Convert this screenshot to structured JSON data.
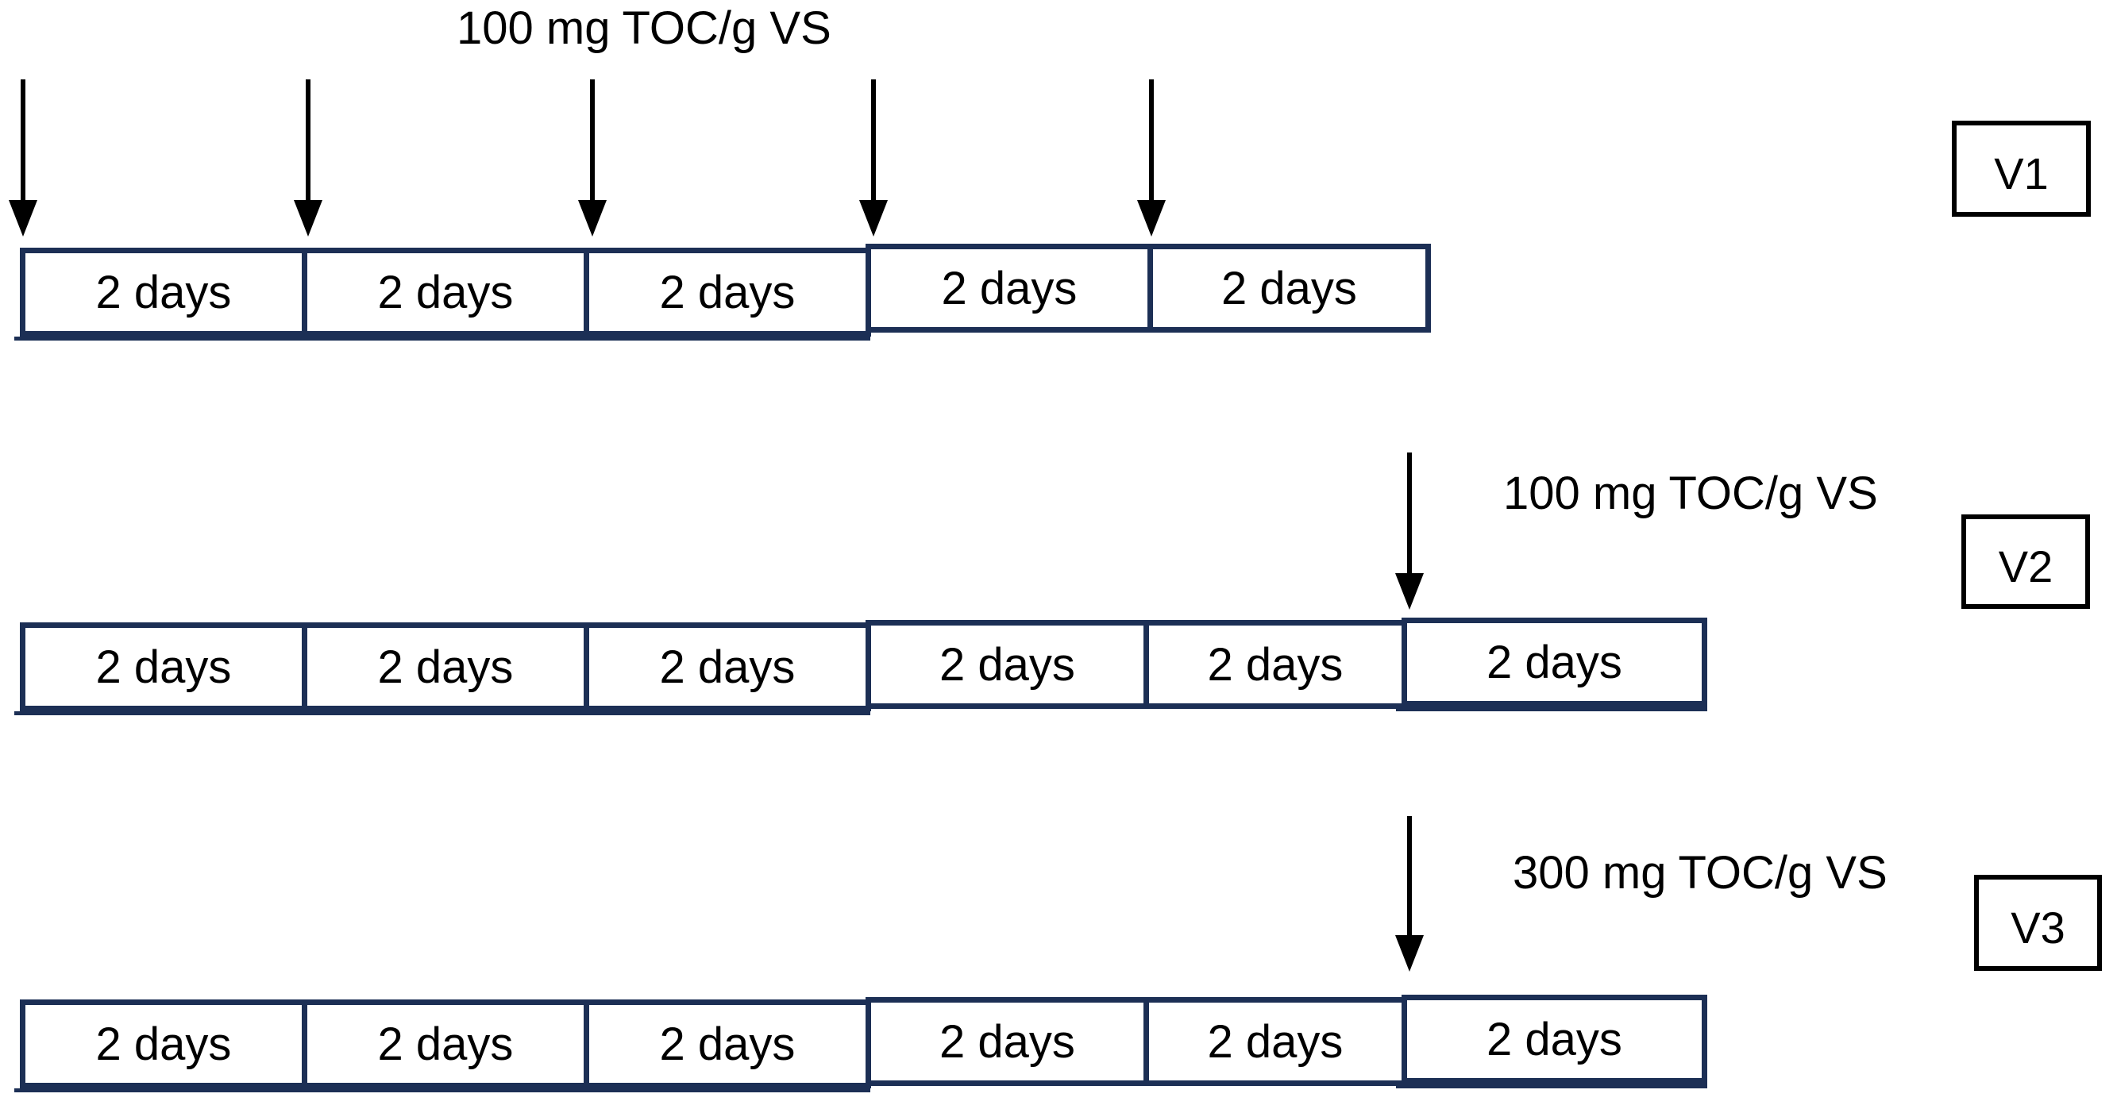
{
  "colors": {
    "cell_border": "#1c2f55",
    "ink": "#000000",
    "background": "#ffffff"
  },
  "rows": [
    {
      "name": "V1",
      "injection_label": "100 mg TOC/g VS",
      "injection_count": 5,
      "cells": [
        "2 days",
        "2 days",
        "2 days",
        "2 days",
        "2 days"
      ]
    },
    {
      "name": "V2",
      "injection_label": "100 mg TOC/g VS",
      "injection_count": 1,
      "cells": [
        "2 days",
        "2 days",
        "2 days",
        "2 days",
        "2 days",
        "2 days"
      ]
    },
    {
      "name": "V3",
      "injection_label": "300 mg TOC/g VS",
      "injection_count": 1,
      "cells": [
        "2 days",
        "2 days",
        "2 days",
        "2 days",
        "2 days",
        "2 days"
      ]
    }
  ]
}
